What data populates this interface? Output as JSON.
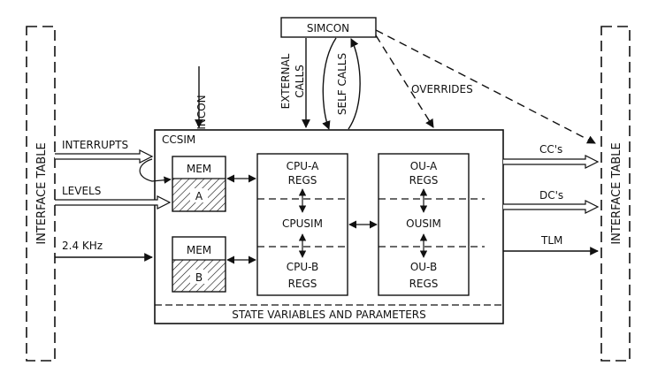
{
  "labels": {
    "simcon": "SIMCON",
    "incon": "INCON",
    "external_calls_1": "EXTERNAL",
    "external_calls_2": "CALLS",
    "self_calls": "SELF CALLS",
    "overrides": "OVERRIDES",
    "ccsim": "CCSIM",
    "interrupts": "INTERRUPTS",
    "levels": "LEVELS",
    "clock": "2.4 KHz",
    "mem": "MEM",
    "mem_a": "A",
    "mem_b": "B",
    "cpu_a_1": "CPU-A",
    "cpu_a_2": "REGS",
    "cpusim": "CPUSIM",
    "cpu_b_1": "CPU-B",
    "cpu_b_2": "REGS",
    "ou_a_1": "OU-A",
    "ou_a_2": "REGS",
    "ousim": "OUSIM",
    "ou_b_1": "OU-B",
    "ou_b_2": "REGS",
    "state_vars": "STATE VARIABLES AND PARAMETERS",
    "ccs": "CC's",
    "dcs": "DC's",
    "tlm": "TLM",
    "interface_table_left": "INTERFACE TABLE",
    "interface_table_right": "INTERFACE TABLE"
  }
}
